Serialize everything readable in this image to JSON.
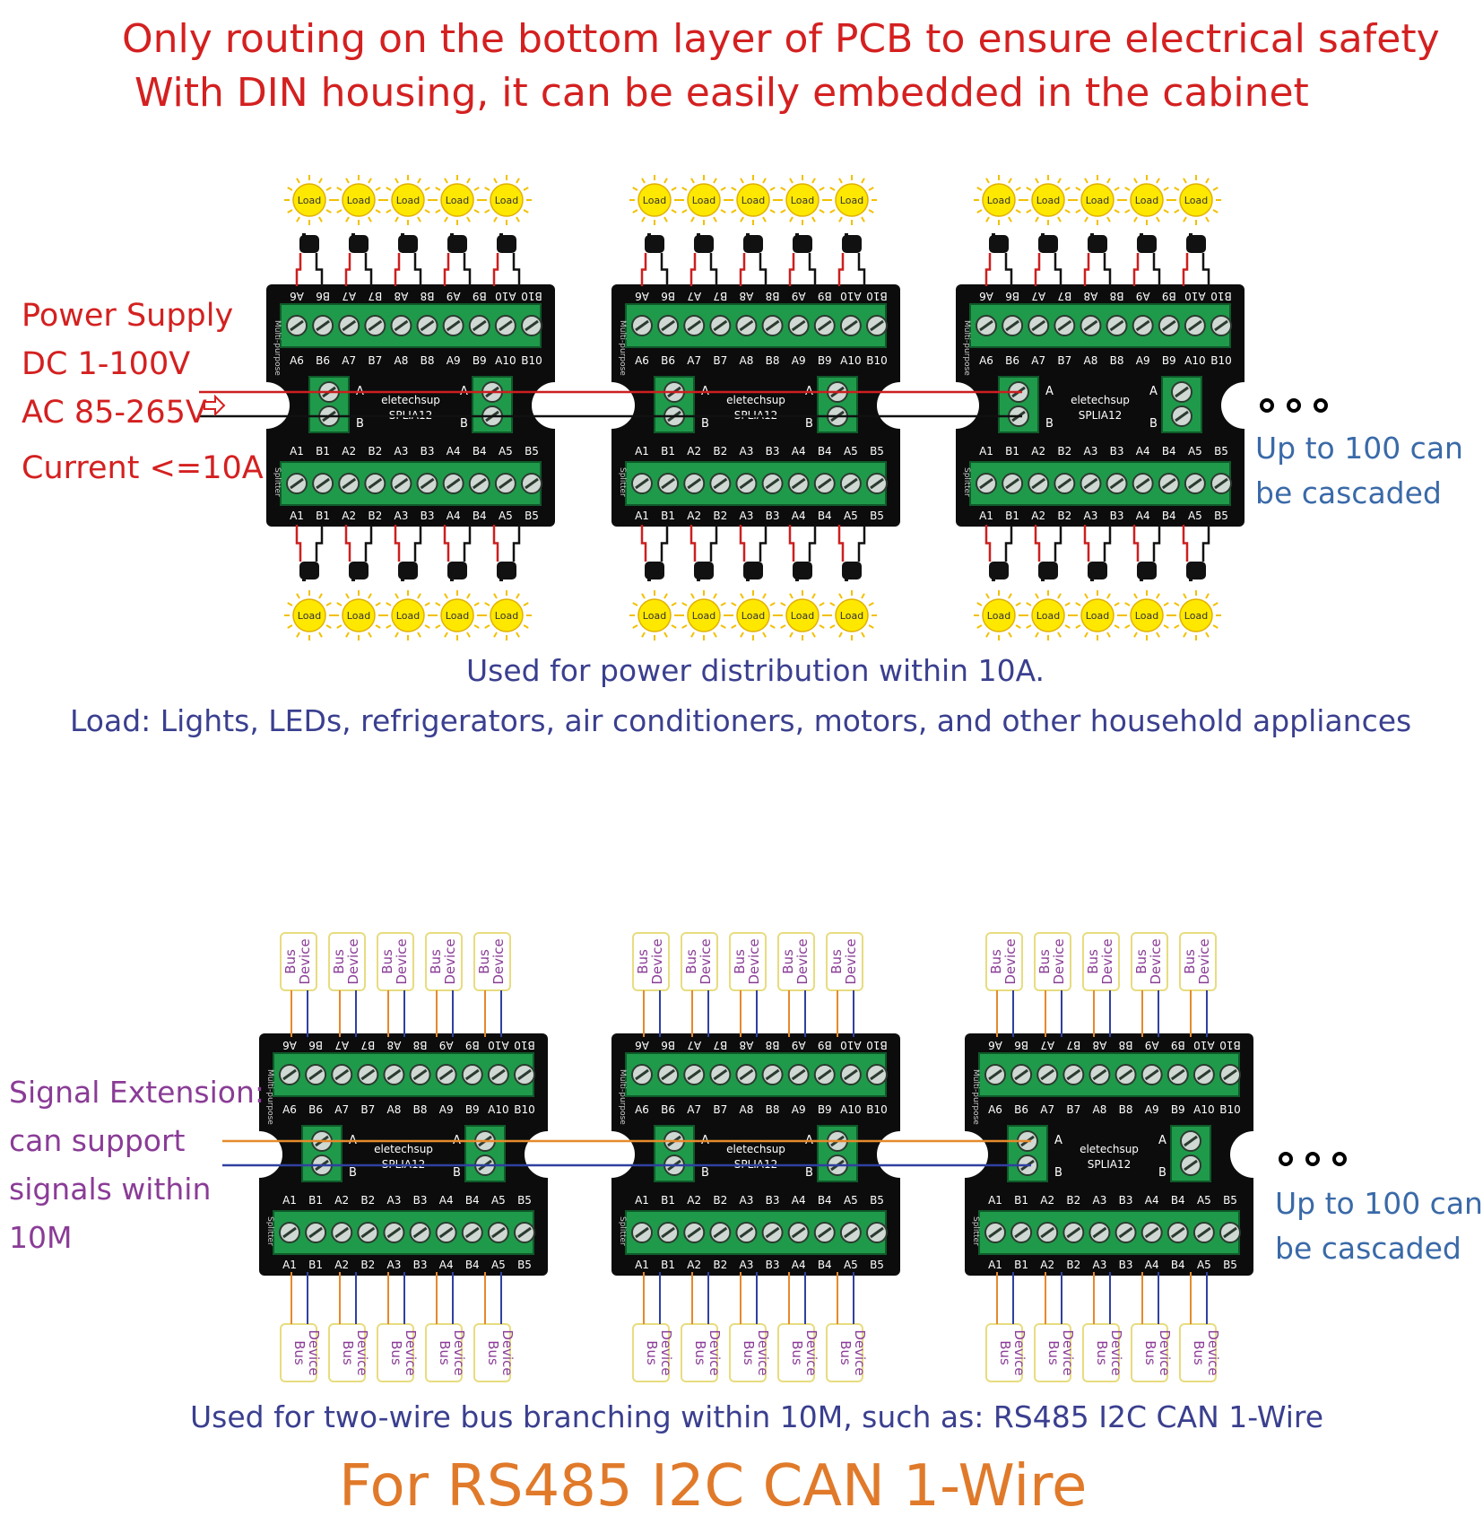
{
  "header": {
    "line1": "Only routing on the bottom layer of PCB to ensure electrical safety",
    "line2": "With DIN housing, it can be easily embedded in the cabinet"
  },
  "power_section": {
    "spec_lines": [
      "Power Supply",
      "DC 1-100V",
      "AC 85-265V",
      "Current <=10A"
    ],
    "cascade_line1": "Up to 100 can",
    "cascade_line2": "be cascaded",
    "caption_line1": "Used for power distribution within 10A.",
    "caption_line2": "Load: Lights, LEDs, refrigerators, air conditioners, motors, and other household appliances",
    "load_label": "Load"
  },
  "signal_section": {
    "spec_lines": [
      "Signal Extension:",
      "can support",
      "signals within",
      "10M"
    ],
    "cascade_line1": "Up to 100 can",
    "cascade_line2": "be cascaded",
    "caption": "Used for two-wire bus branching within 10M, such as: RS485 I2C CAN 1-Wire",
    "device_label_line1": "Bus",
    "device_label_line2": "Device"
  },
  "footer": {
    "title": "For RS485 I2C CAN 1-Wire"
  },
  "board": {
    "brand": "eletechsup",
    "model": "SPLIA12",
    "top_labels": [
      "A6",
      "B6",
      "A7",
      "B7",
      "A8",
      "B8",
      "A9",
      "B9",
      "A10",
      "B10"
    ],
    "bottom_labels": [
      "A1",
      "B1",
      "A2",
      "B2",
      "A3",
      "B3",
      "A4",
      "B4",
      "A5",
      "B5"
    ],
    "side_A": "A",
    "side_B": "B",
    "silk_top": "Multi-purpose",
    "silk_bottom": "Splitter"
  },
  "colors": {
    "heading_red": "#d42020",
    "caption_navy": "#3a3f8f",
    "signal_purple": "#8a3c96",
    "cascade_blue": "#3a6aa8",
    "footer_orange": "#e07a2a",
    "pcb": "#0c0c0c",
    "terminal_green": "#1f9a4a",
    "load_yellow": "#ffe800",
    "wire_red": "#cc1f1f",
    "wire_orange": "#e58a2b",
    "wire_blue": "#3040a0"
  },
  "icons": [
    "light-bulb-icon",
    "power-input-arrow-icon",
    "ellipsis-dots-icon",
    "screw-terminal-icon"
  ]
}
